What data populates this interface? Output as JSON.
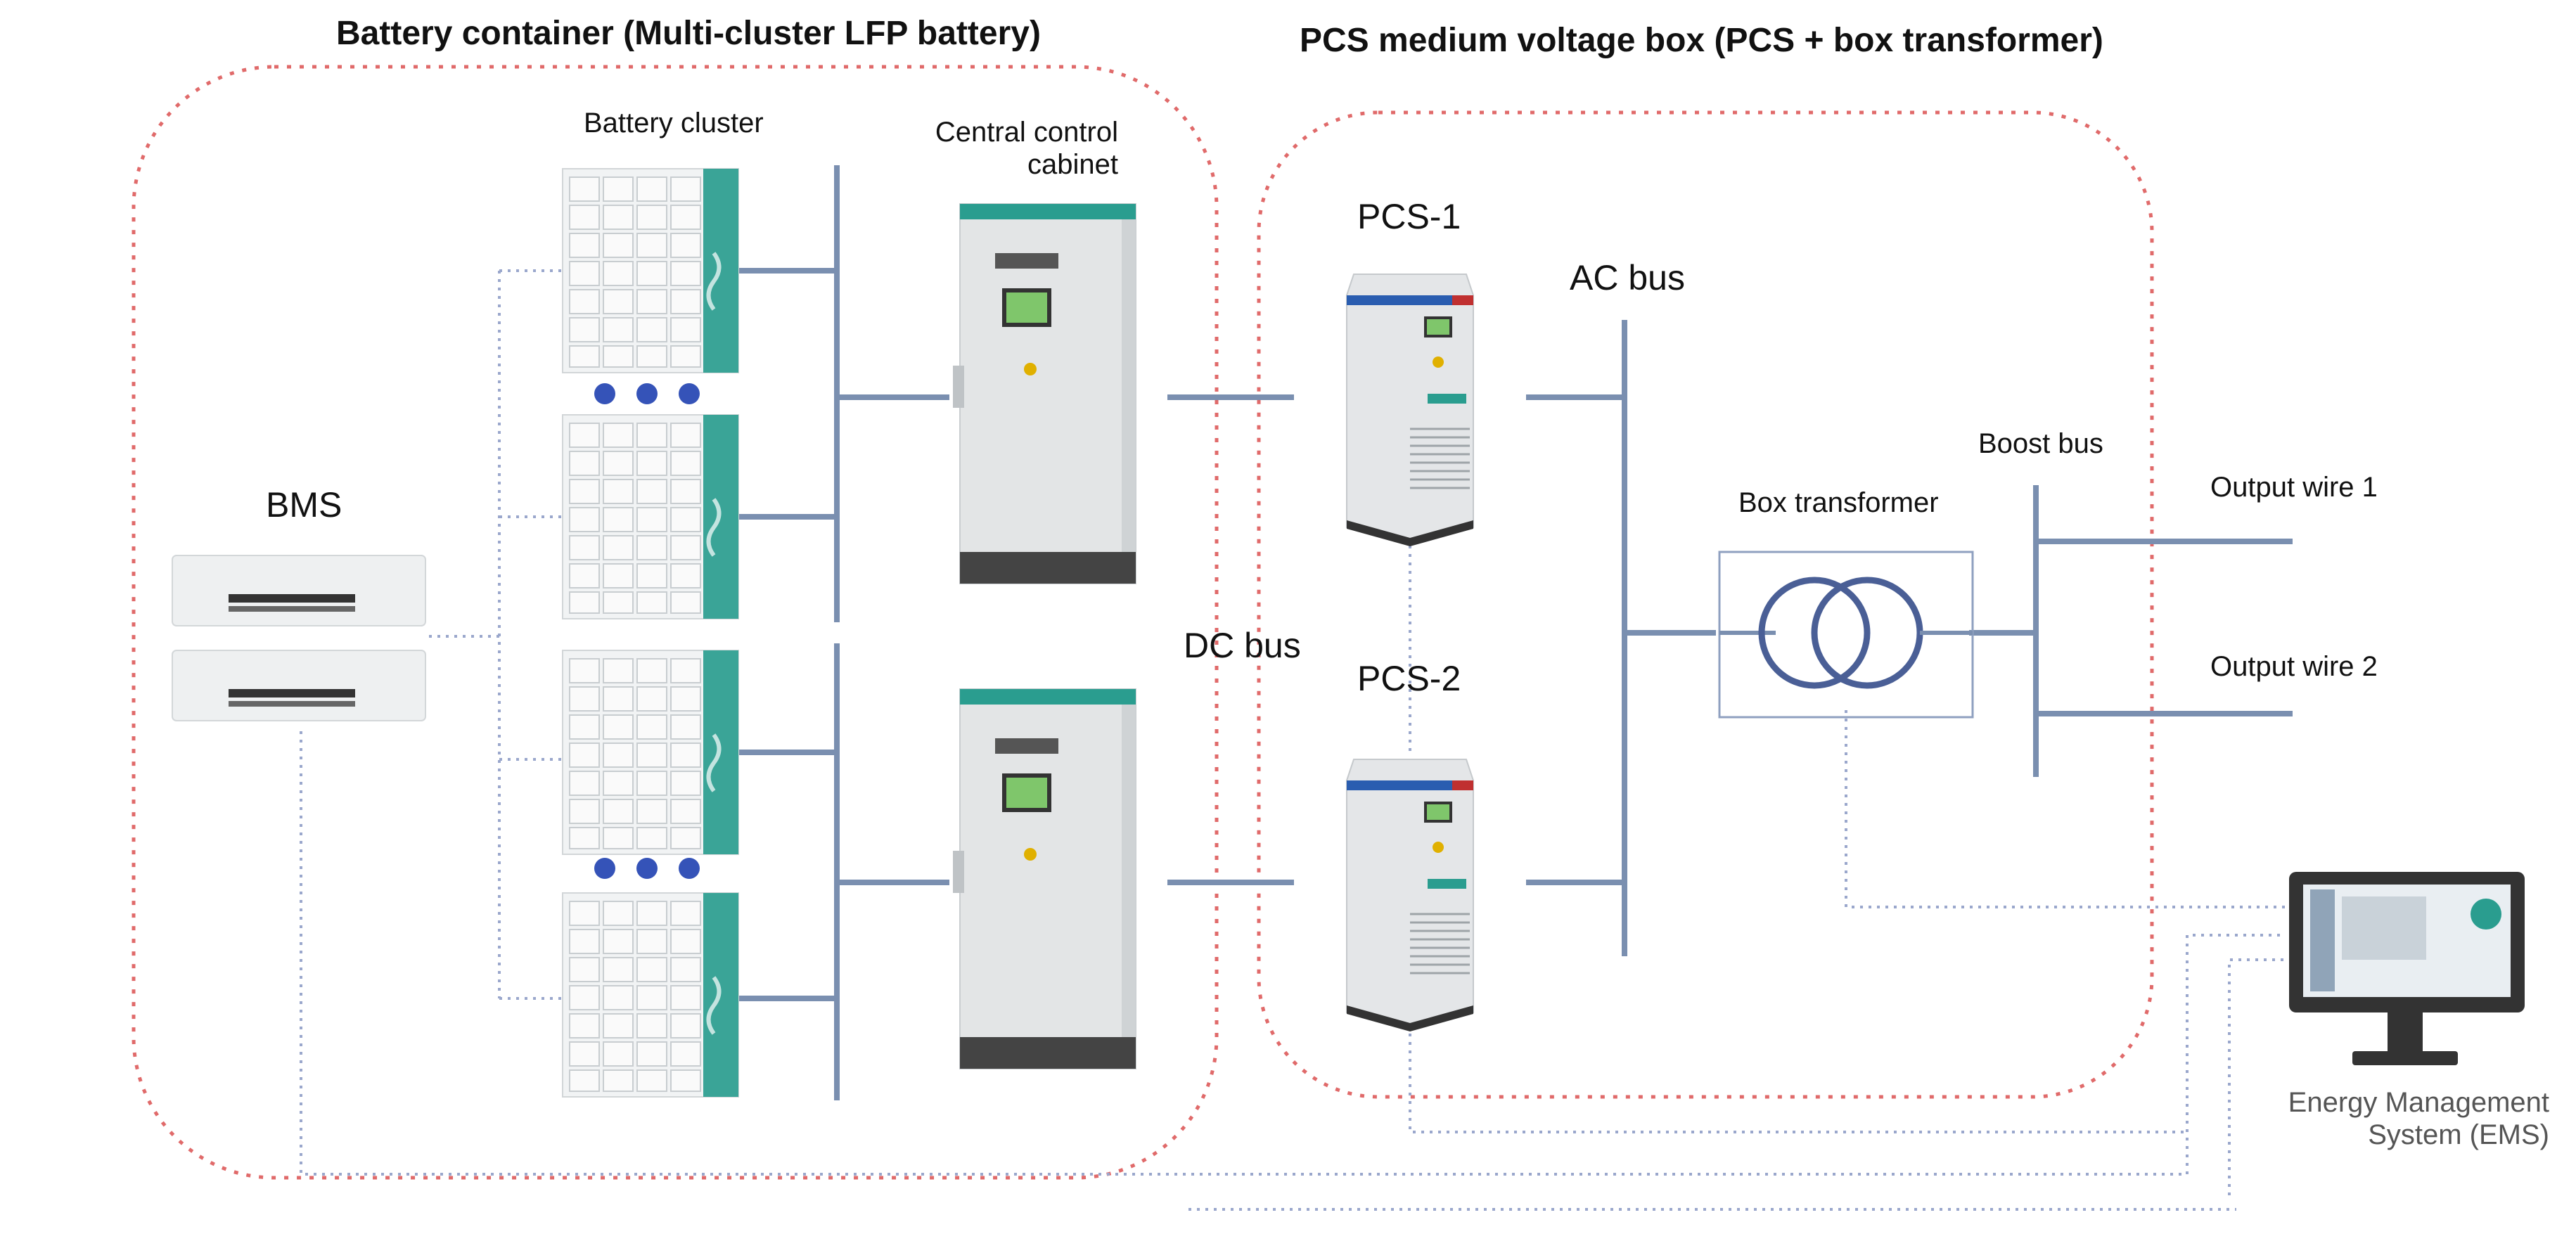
{
  "titles": {
    "battery_container": "Battery container (Multi-cluster LFP battery)",
    "pcs_box": "PCS medium voltage box (PCS + box transformer)"
  },
  "labels": {
    "battery_cluster": "Battery cluster",
    "central_control_line1": "Central control",
    "central_control_line2": "cabinet",
    "bms": "BMS",
    "dc_bus": "DC bus",
    "pcs1": "PCS-1",
    "pcs2": "PCS-2",
    "ac_bus": "AC bus",
    "box_transformer": "Box transformer",
    "boost_bus": "Boost bus",
    "output_wire_1": "Output wire 1",
    "output_wire_2": "Output wire 2",
    "ems_line1": "Energy Management",
    "ems_line2": "System (EMS)"
  },
  "colors": {
    "dashed_boundary": "#e06a6a",
    "bus_line": "#7a8fb0",
    "dotted_comm_line": "#9aa7cc",
    "ellipsis_dot": "#3553b8",
    "cabinet_body": "#e3e5e6",
    "cabinet_teal": "#2a9d8f",
    "screen_green": "#7fc66b"
  },
  "icons": {
    "battery_cluster": "battery-rack-icon",
    "central_control": "control-cabinet-icon",
    "bms": "bms-unit-icon",
    "pcs": "pcs-inverter-icon",
    "transformer": "transformer-symbol-icon",
    "ems": "monitor-icon",
    "ellipsis": "ellipsis-dots-icon"
  }
}
